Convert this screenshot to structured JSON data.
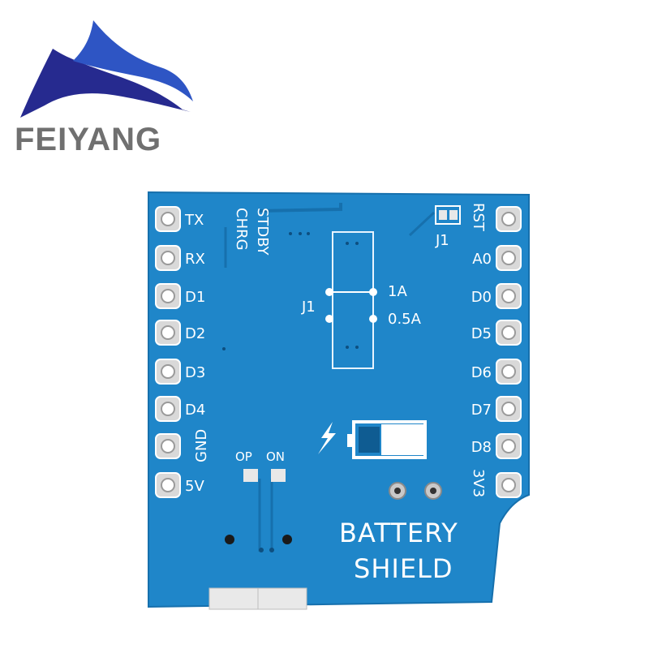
{
  "brand": {
    "name": "FEIYANG",
    "colors": {
      "mark_dark": "#262a8f",
      "mark_light": "#2e55c4",
      "text": "#707070"
    }
  },
  "board": {
    "color": "#1f86c9",
    "left_pins": [
      "TX",
      "RX",
      "D1",
      "D2",
      "D3",
      "D4",
      "GND",
      "5V"
    ],
    "right_pins": [
      "RST",
      "A0",
      "D0",
      "D5",
      "D6",
      "D7",
      "D8",
      "3V3"
    ],
    "led_labels": [
      "CHRG",
      "STDBY"
    ],
    "jumper_top": "J1",
    "jumper_mid": "J1",
    "current_options": [
      "1A",
      "0.5A"
    ],
    "switch_labels": [
      "OP",
      "ON"
    ],
    "title_lines": [
      "BATTERY",
      "SHIELD"
    ]
  }
}
